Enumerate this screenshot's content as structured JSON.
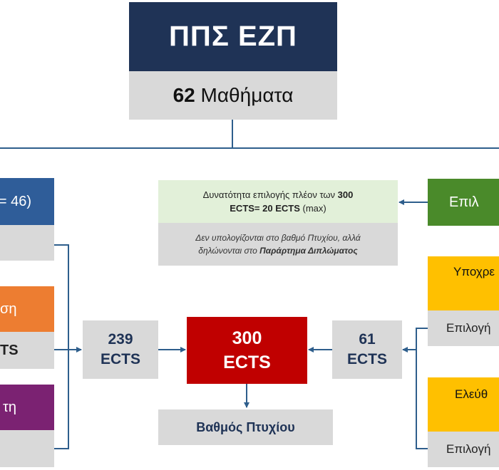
{
  "title_box": {
    "text": "ΠΠΣ ΕΖΠ"
  },
  "courses_box": {
    "count": "62",
    "label": "Μαθήματα"
  },
  "left_column": {
    "top_box_text": "= 46)",
    "orange_box_text": "ση",
    "orange_sub_text": "TS",
    "purple_box_text": "τη"
  },
  "right_column": {
    "green_box_text": "Επιλ",
    "yellow_top_text": "Υποχρε",
    "yellow_top_sub": "Επιλογή",
    "yellow_bottom_text": "Ελεύθ",
    "yellow_bottom_sub": "Επιλογή"
  },
  "extra_ects": {
    "line1_prefix": "Δυνατότητα επιλογής πλέον των ",
    "line1_bold": "300",
    "line2_bold": "ECTS= 20 ECTS",
    "line2_suffix": " (max)",
    "note_line1": "Δεν υπολογίζονται στο βαθμό Πτυχίου, αλλά",
    "note_line2_prefix": "δηλώνονται στο ",
    "note_line2_bold": "Παράρτημα Διπλώματος"
  },
  "left_ects": {
    "value": "239",
    "unit": "ECTS"
  },
  "total_ects": {
    "value": "300",
    "unit": "ECTS"
  },
  "right_ects": {
    "value": "61",
    "unit": "ECTS"
  },
  "grade_box": {
    "text": "Βαθμός Πτυχίου"
  },
  "colors": {
    "navy": "#1f3356",
    "blue": "#2f5d99",
    "orange": "#ed7d31",
    "purple": "#7b2272",
    "green": "#4a8a2a",
    "light_green": "#e2f0d9",
    "yellow": "#ffc000",
    "red": "#c00000",
    "gray": "#d9d9d9",
    "line": "#2e5e8c"
  }
}
